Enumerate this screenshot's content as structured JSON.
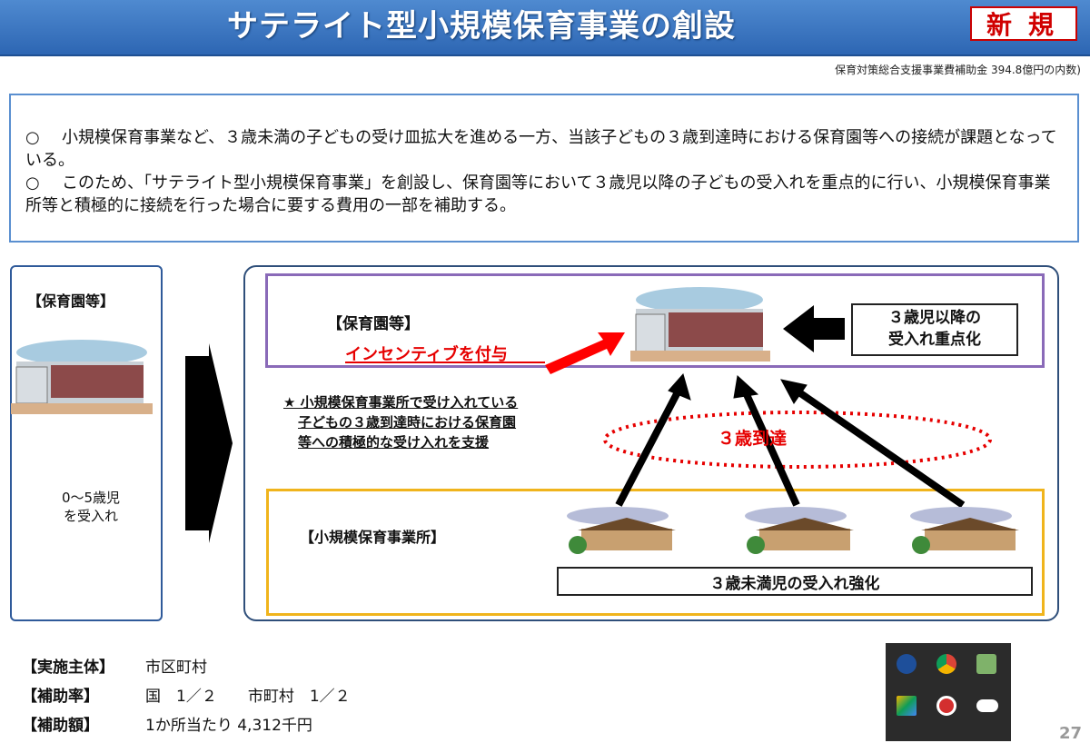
{
  "title": "サテライト型小規模保育事業の創設",
  "badge": "新規",
  "budget_note": "保育対策総合支援事業費補助金 394.8億円の内数)",
  "summary": [
    {
      "bullet": "○",
      "text": "小規模保育事業など、３歳未満の子どもの受け皿拡大を進める一方、当該子どもの３歳到達時における保育園等への接続が課題となっている。"
    },
    {
      "bullet": "○",
      "text": "このため、「サテライト型小規模保育事業」を創設し、保育園等において３歳児以降の子どもの受入れを重点的に行い、小規模保育事業所等と積極的に接続を行った場合に要する費用の一部を補助する。"
    }
  ],
  "left_panel": {
    "label": "【保育園等】",
    "age_line1": "0～5歳児",
    "age_line2": "を受入れ"
  },
  "diagram": {
    "nursery_label": "【保育園等】",
    "incentive": "インセンティブを付与",
    "age3_line1": "３歳児以降の",
    "age3_line2": "受入れ重点化",
    "star_line1": "★ 小規模保育事業所で受け入れている",
    "star_line2": "子どもの３歳到達時における保育園",
    "star_line3": "等への積極的な受け入れを支援",
    "arrival": "３歳到達",
    "small_label": "【小規模保育事業所】",
    "strength": "３歳未満児の受入れ強化"
  },
  "info": [
    {
      "key": "【実施主体】",
      "value": "市区町村"
    },
    {
      "key": "【補助率】",
      "value": "国　1／２　　市町村　1／２"
    },
    {
      "key": "【補助額】",
      "value": "1か所当たり 4,312千円"
    }
  ],
  "tray_icons": [
    "bluetooth-icon",
    "chrome-icon",
    "app-icon",
    "google-drive-icon",
    "no-entry-icon",
    "onedrive-icon"
  ],
  "page_number": "27",
  "colors": {
    "title_bg": "#3a75c0",
    "accent_red": "#e60000",
    "nursery_border": "#8a6ab8",
    "small_border": "#f0b41c"
  }
}
